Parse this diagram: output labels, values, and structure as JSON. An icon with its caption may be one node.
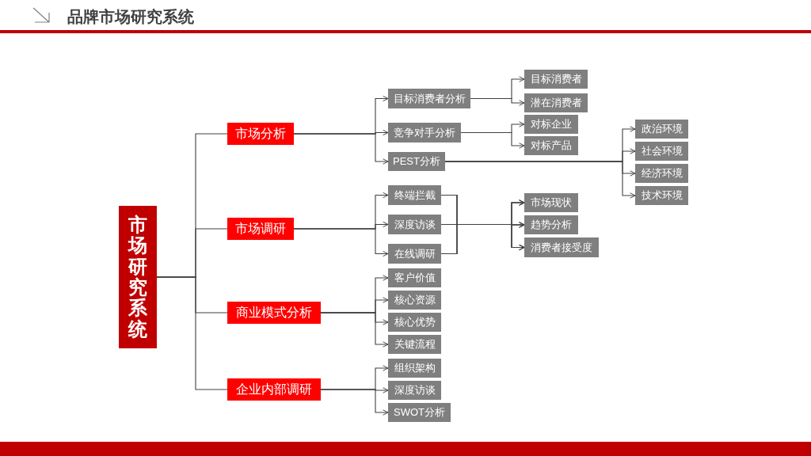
{
  "diagram": {
    "title": "品牌市场研究系统",
    "nodes": [
      {
        "text": [
          "市场研究系统"
        ]
      },
      {
        "text": [
          "市场分析"
        ]
      },
      {
        "text": [
          "目标消费者分析"
        ]
      },
      {
        "text": [
          "竞争对手分析"
        ]
      },
      {
        "text": [
          "PEST分析"
        ]
      },
      {
        "text": [
          "目标消费者"
        ]
      },
      {
        "text": [
          "潜在消费者"
        ]
      },
      {
        "text": [
          "对标企业"
        ]
      },
      {
        "text": [
          "对标产品"
        ]
      },
      {
        "text": [
          "政治环境"
        ]
      },
      {
        "text": [
          "社会环境"
        ]
      },
      {
        "text": [
          "经济环境"
        ]
      },
      {
        "text": [
          "技术环境"
        ]
      },
      {
        "text": [
          "市场调研"
        ]
      },
      {
        "text": [
          "终端拦截"
        ]
      },
      {
        "text": [
          "深度访谈"
        ]
      },
      {
        "text": [
          "在线调研"
        ]
      },
      {
        "text": [
          "市场现状"
        ]
      },
      {
        "text": [
          "趋势分析"
        ]
      },
      {
        "text": [
          "消费者接受度"
        ]
      },
      {
        "text": [
          "商业模式分析"
        ]
      },
      {
        "text": [
          "客户价值"
        ]
      },
      {
        "text": [
          "核心资源"
        ]
      },
      {
        "text": [
          "核心优势"
        ]
      },
      {
        "text": [
          "关键流程"
        ]
      },
      {
        "text": [
          "企业内部调研"
        ]
      },
      {
        "text": [
          "组织架构"
        ]
      },
      {
        "text": [
          "深度访谈"
        ]
      },
      {
        "text": [
          "SWOT分析"
        ]
      }
    ],
    "edges": [
      {
        "from": 0,
        "to": 1,
        "arrow": "none"
      },
      {
        "from": 0,
        "to": 13,
        "arrow": "none"
      },
      {
        "from": 0,
        "to": 20,
        "arrow": "none"
      },
      {
        "from": 0,
        "to": 25,
        "arrow": "none"
      },
      {
        "from": 1,
        "to": 2,
        "arrow": "to"
      },
      {
        "from": 1,
        "to": 3,
        "arrow": "to"
      },
      {
        "from": 1,
        "to": 4,
        "arrow": "to"
      },
      {
        "from": 2,
        "to": 5,
        "arrow": "to"
      },
      {
        "from": 2,
        "to": 6,
        "arrow": "to"
      },
      {
        "from": 3,
        "to": 7,
        "arrow": "to"
      },
      {
        "from": 3,
        "to": 8,
        "arrow": "to"
      },
      {
        "from": 4,
        "to": 9,
        "arrow": "to"
      },
      {
        "from": 4,
        "to": 10,
        "arrow": "to"
      },
      {
        "from": 4,
        "to": 11,
        "arrow": "to"
      },
      {
        "from": 4,
        "to": 12,
        "arrow": "to"
      },
      {
        "from": 13,
        "to": 14,
        "arrow": "to"
      },
      {
        "from": 13,
        "to": 15,
        "arrow": "to"
      },
      {
        "from": 13,
        "to": 16,
        "arrow": "to"
      },
      {
        "from": 14,
        "to": 17,
        "arrow": "to"
      },
      {
        "from": 14,
        "to": 18,
        "arrow": "to"
      },
      {
        "from": 14,
        "to": 19,
        "arrow": "to"
      },
      {
        "from": 15,
        "to": 17,
        "arrow": "to"
      },
      {
        "from": 15,
        "to": 18,
        "arrow": "to"
      },
      {
        "from": 15,
        "to": 19,
        "arrow": "to"
      },
      {
        "from": 16,
        "to": 17,
        "arrow": "to"
      },
      {
        "from": 16,
        "to": 18,
        "arrow": "to"
      },
      {
        "from": 16,
        "to": 19,
        "arrow": "to"
      },
      {
        "from": 20,
        "to": 21,
        "arrow": "to"
      },
      {
        "from": 20,
        "to": 22,
        "arrow": "to"
      },
      {
        "from": 20,
        "to": 23,
        "arrow": "to"
      },
      {
        "from": 20,
        "to": 24,
        "arrow": "to"
      },
      {
        "from": 25,
        "to": 26,
        "arrow": "to"
      },
      {
        "from": 25,
        "to": 27,
        "arrow": "to"
      },
      {
        "from": 25,
        "to": 28,
        "arrow": "to"
      }
    ]
  }
}
